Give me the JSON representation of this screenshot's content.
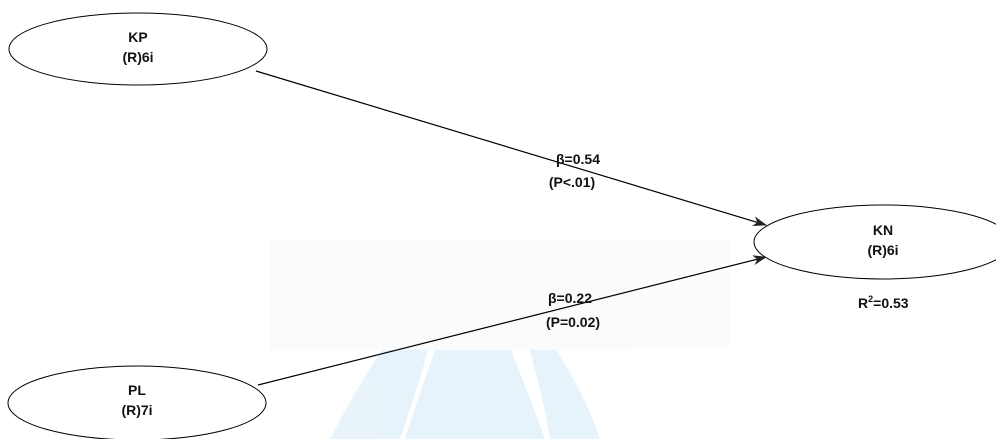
{
  "colors": {
    "line": "#000000",
    "text": "#111111",
    "watermark": "#3fa0d8"
  },
  "nodes": {
    "kp": {
      "name": "KP",
      "items": "(R)6i"
    },
    "kn": {
      "name": "KN",
      "items": "(R)6i",
      "r2": "0.53"
    },
    "pl": {
      "name": "PL",
      "items": "(R)7i"
    }
  },
  "paths": {
    "kp_kn": {
      "beta": "β=0.54",
      "p": "(P<.01)"
    },
    "pl_kn": {
      "beta": "β=0.22",
      "p": "(P=0.02)"
    }
  }
}
